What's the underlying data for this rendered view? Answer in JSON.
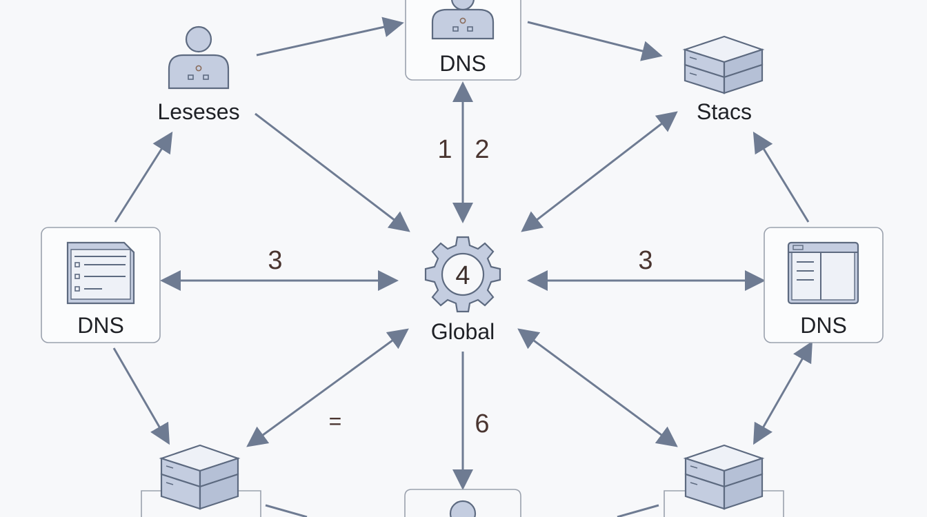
{
  "nodes": {
    "top_center": {
      "label": "DNS"
    },
    "top_left": {
      "label": "Leseses"
    },
    "top_right": {
      "label": "Stacs"
    },
    "mid_left": {
      "label": "DNS"
    },
    "mid_right": {
      "label": "DNS"
    },
    "center": {
      "label": "Global",
      "badge": "4"
    }
  },
  "edge_labels": {
    "top_up": "1",
    "top_down": "2",
    "left_mid": "3",
    "right_mid": "3",
    "bottom_left": "=",
    "bottom_mid": "6"
  },
  "colors": {
    "edge": "#6e7b92",
    "icon_fill": "#c4cde0",
    "box_border": "#9aa1ad",
    "background": "#f7f8fa"
  }
}
